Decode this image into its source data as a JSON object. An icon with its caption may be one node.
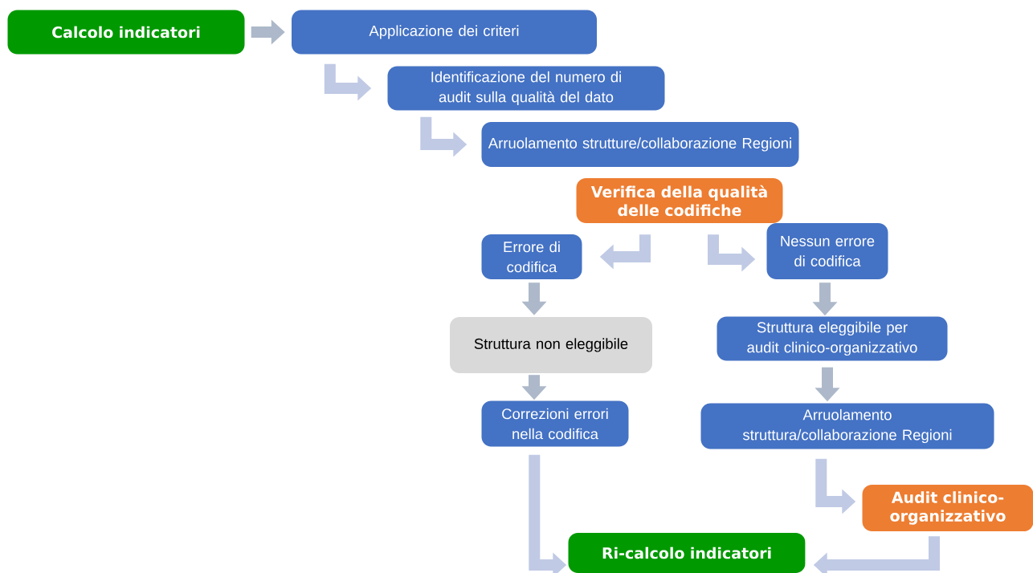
{
  "diagram": {
    "nodes": [
      {
        "text": [
          "Calcolo indicatori"
        ]
      },
      {
        "text": [
          "Applicazione dei criteri"
        ]
      },
      {
        "text": [
          "Identificazione del numero di audit sulla qualità del dato"
        ]
      },
      {
        "text": [
          "Arruolamento strutture/collaborazione Regioni"
        ]
      },
      {
        "text": [
          "Verifica della qualità delle codifiche"
        ]
      },
      {
        "text": [
          "Errore di codifica"
        ]
      },
      {
        "text": [
          "Nessun errore di codifica"
        ]
      },
      {
        "text": [
          "Struttura non eleggibile"
        ]
      },
      {
        "text": [
          "Struttura eleggibile per audit clinico-organizzativo"
        ]
      },
      {
        "text": [
          "Correzioni errori nella codifica"
        ]
      },
      {
        "text": [
          "Arruolamento struttura/collaborazione Regioni"
        ]
      },
      {
        "text": [
          "Audit clinico-organizzativo"
        ]
      },
      {
        "text": [
          "Ri-calcolo indicatori"
        ]
      }
    ],
    "edges": [
      {
        "from": 0,
        "to": 1,
        "arrow": "to",
        "color": "#adb9ca"
      },
      {
        "from": 1,
        "to": 2,
        "arrow": "to"
      },
      {
        "from": 2,
        "to": 3,
        "arrow": "to"
      },
      {
        "from": 4,
        "to": 5,
        "arrow": "to"
      },
      {
        "from": 4,
        "to": 6,
        "arrow": "to"
      },
      {
        "from": 5,
        "to": 7,
        "arrow": "to",
        "color": "#adb9ca"
      },
      {
        "from": 7,
        "to": 9,
        "arrow": "to",
        "color": "#adb9ca"
      },
      {
        "from": 6,
        "to": 8,
        "arrow": "to",
        "color": "#adb9ca"
      },
      {
        "from": 8,
        "to": 10,
        "arrow": "to",
        "color": "#adb9ca"
      },
      {
        "from": 9,
        "to": 12,
        "arrow": "to"
      },
      {
        "from": 10,
        "to": 11,
        "arrow": "to"
      },
      {
        "from": 11,
        "to": 12,
        "arrow": "to"
      }
    ]
  }
}
